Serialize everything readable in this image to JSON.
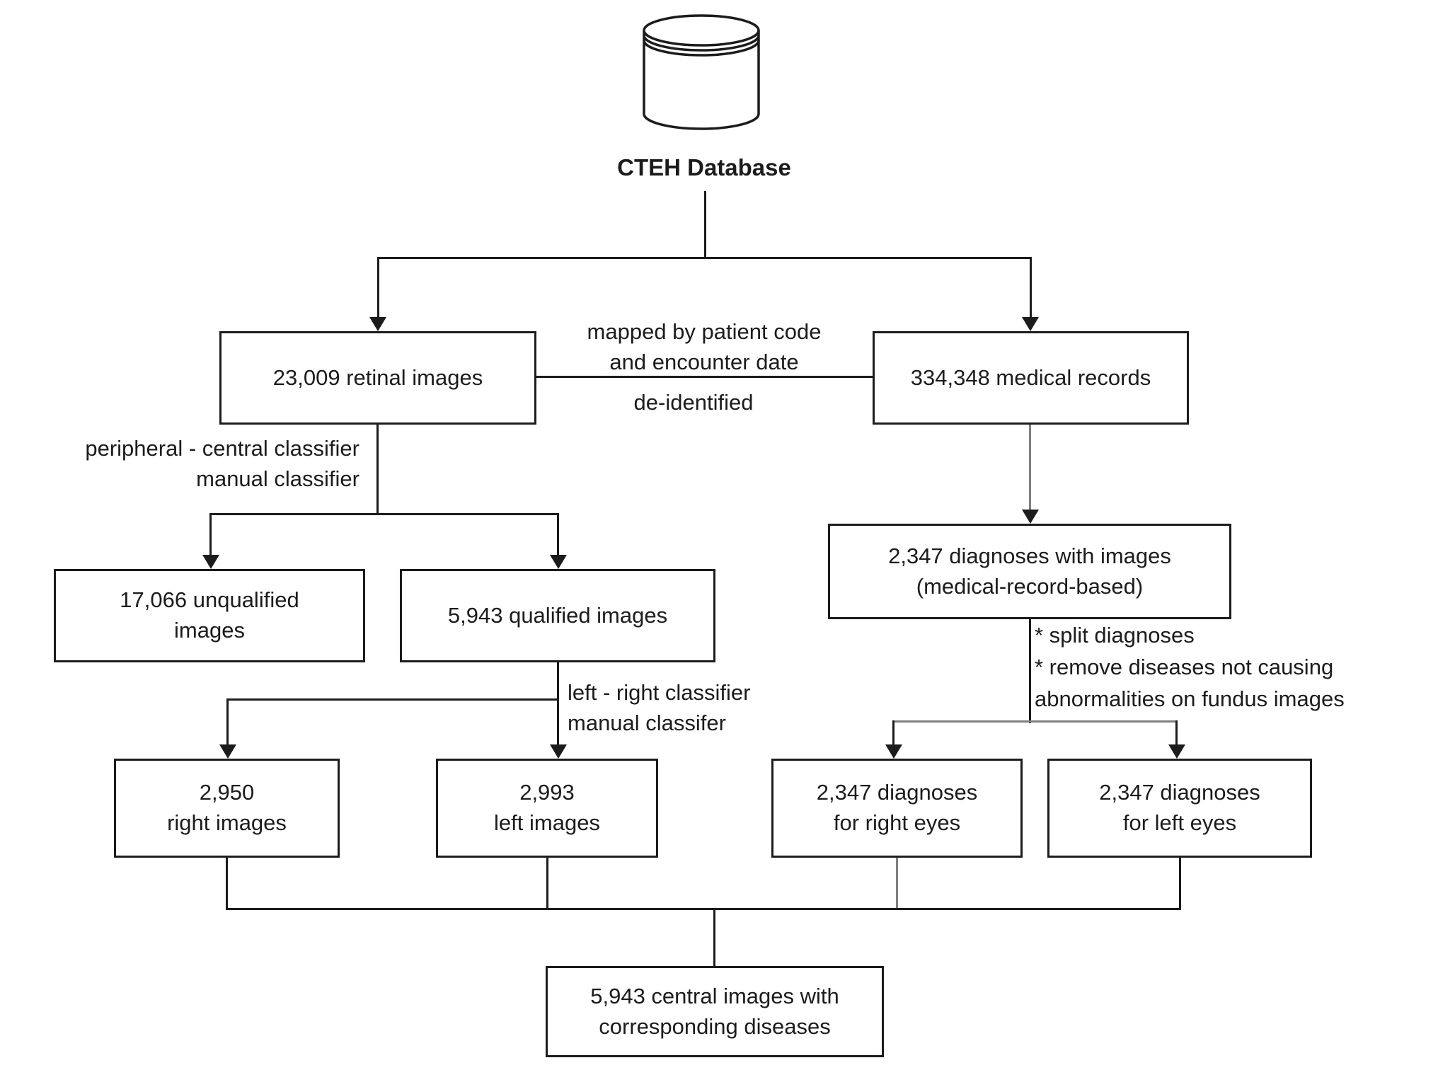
{
  "diagram": {
    "title": "CTEH Database",
    "icons": {
      "database": "database-cylinder-icon"
    },
    "colors": {
      "line_black": "#1c1c1c",
      "line_gray": "#7f7f7f",
      "background": "#ffffff"
    },
    "nodes": {
      "retinal_images": "23,009 retinal images",
      "medical_records": "334,348 medical records",
      "unqualified_images": [
        "17,066 unqualified",
        "images"
      ],
      "qualified_images": "5,943 qualified images",
      "right_images": [
        "2,950",
        "right images"
      ],
      "left_images": [
        "2,993",
        "left images"
      ],
      "diagnoses_with_images": [
        "2,347 diagnoses with images",
        "(medical-record-based)"
      ],
      "diagnoses_right_eyes": [
        "2,347 diagnoses",
        "for right eyes"
      ],
      "diagnoses_left_eyes": [
        "2,347 diagnoses",
        "for left eyes"
      ],
      "central_images": [
        "5,943 central images with",
        "corresponding diseases"
      ]
    },
    "edge_labels": {
      "mapping": [
        "mapped by patient code",
        "and encounter date"
      ],
      "deidentified": "de-identified",
      "peripheral_central_classifier": [
        "peripheral - central classifier",
        "manual classifier"
      ],
      "left_right_classifier": [
        "left - right classifier",
        "manual classifer"
      ],
      "split_notes": [
        "* split diagnoses",
        "* remove diseases not causing",
        "abnormalities on fundus images"
      ]
    }
  }
}
